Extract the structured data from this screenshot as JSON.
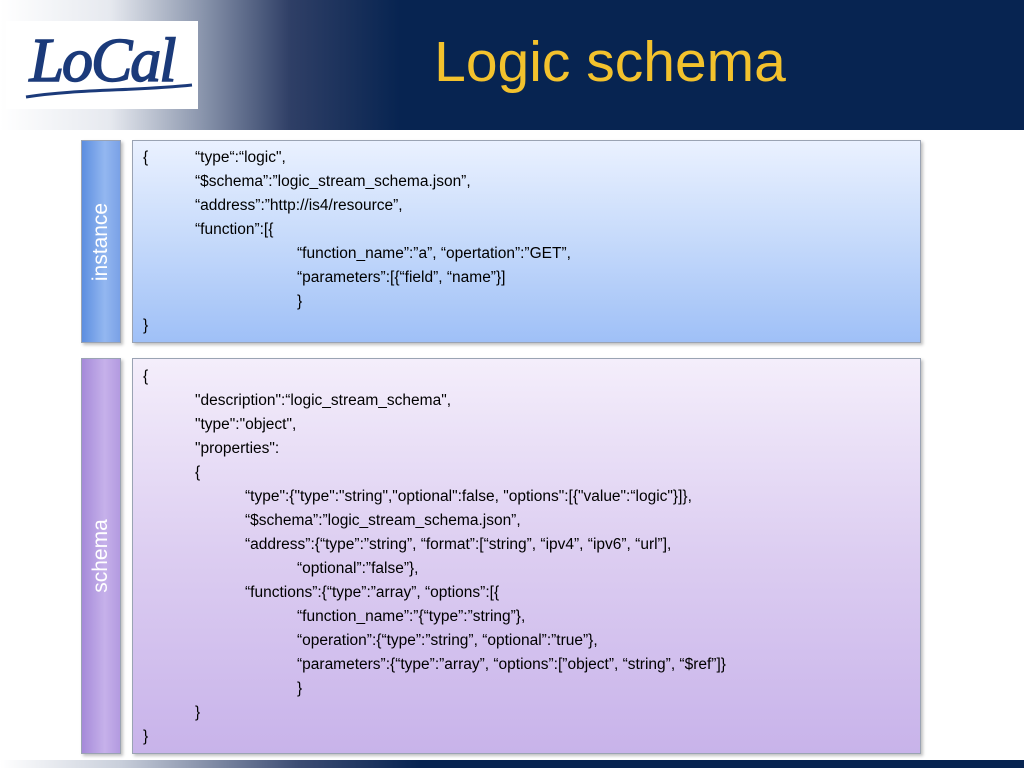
{
  "header": {
    "logo_text": "LoCal",
    "title": "Logic schema"
  },
  "instance": {
    "label": "instance",
    "lines": [
      "{",
      "“type“:“logic\",",
      "“$schema”:”logic_stream_schema.json”,",
      "“address”:”http://is4/resource”,",
      "“function”:[{",
      "“function_name”:”a”, “opertation”:”GET”,",
      "“parameters”:[{“field”, “name”}]",
      "}",
      "}"
    ]
  },
  "schema": {
    "label": "schema",
    "lines": [
      "{",
      "\"description\":“logic_stream_schema\",",
      "\"type\":\"object\",",
      "\"properties\":",
      "{",
      "“type\":{\"type\":\"string\",\"optional\":false, \"options\":[{\"value\":“logic\"}]},",
      "“$schema”:”logic_stream_schema.json”,",
      "“address”:{“type”:”string”, “format”:[“string”, “ipv4”, “ipv6”, “url”],",
      "“optional”:”false”},",
      "“functions”:{“type”:”array”, “options”:[{",
      "“function_name”:”{“type”:”string”},",
      "“operation”:{“type”:”string”, “optional”:”true”},",
      "“parameters”:{“type”:”array”, “options”:[”object”, “string”, “$ref”]}",
      "}",
      "}",
      "}"
    ]
  }
}
